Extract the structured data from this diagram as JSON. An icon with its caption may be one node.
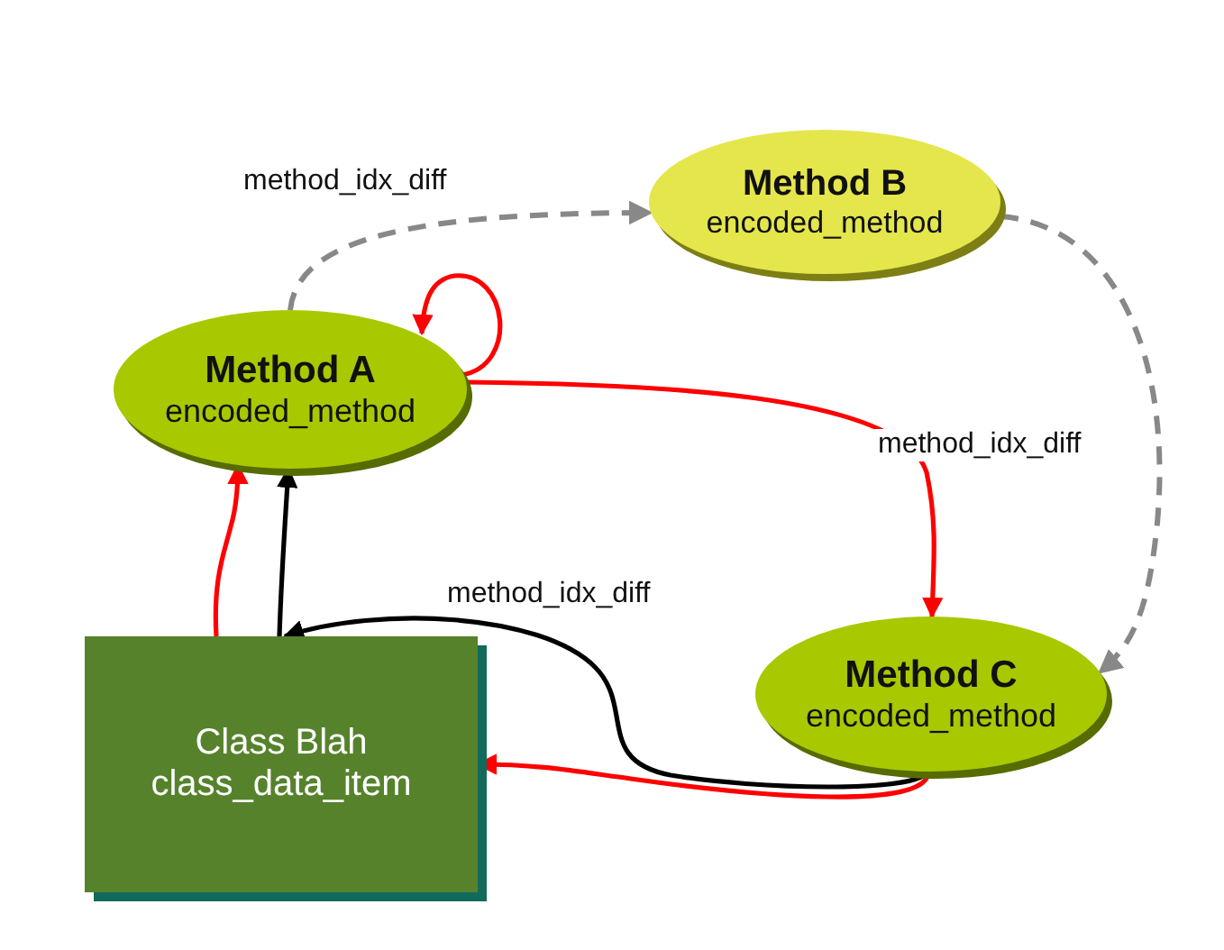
{
  "diagram": {
    "nodes": [
      {
        "text": [
          "Method B",
          "encoded_method"
        ]
      },
      {
        "text": [
          "Method A",
          "encoded_method"
        ]
      },
      {
        "text": [
          "Method C",
          "encoded_method"
        ]
      },
      {
        "text": [
          "Class Blah",
          "class_data_item"
        ]
      }
    ],
    "edges": [
      {
        "from": 1,
        "to": 0,
        "arrow": "to",
        "label": "method_idx_diff",
        "style": "dashed",
        "color": "#888888"
      },
      {
        "from": 0,
        "to": 2,
        "arrow": "to",
        "style": "dashed",
        "color": "#888888"
      },
      {
        "from": 1,
        "to": 1,
        "arrow": "to"
      },
      {
        "from": 1,
        "to": 2,
        "arrow": "to",
        "label": "method_idx_diff"
      },
      {
        "from": 3,
        "to": 1,
        "arrow": "to"
      },
      {
        "from": 3,
        "to": 1,
        "arrow": "to",
        "color": "#000000"
      },
      {
        "from": 2,
        "to": 3,
        "arrow": "to",
        "label": "method_idx_diff",
        "color": "#000000"
      },
      {
        "from": 2,
        "to": 3,
        "arrow": "to"
      }
    ]
  }
}
